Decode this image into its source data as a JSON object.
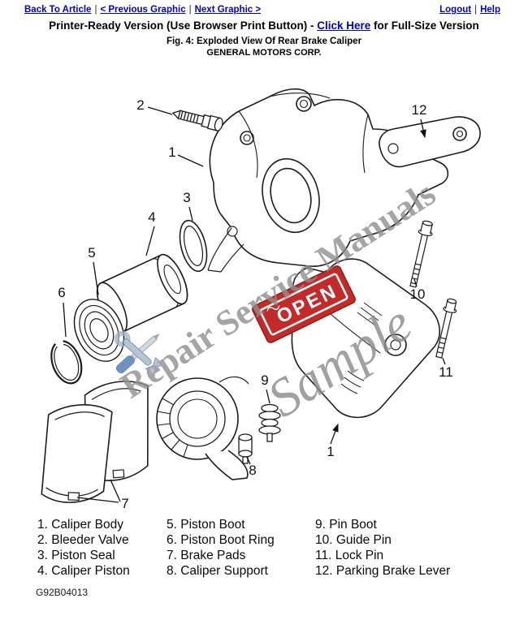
{
  "header": {
    "back_to_article": "Back To Article",
    "previous_graphic": "< Previous Graphic",
    "next_graphic": "Next Graphic >",
    "logout": "Logout",
    "help": "Help",
    "separator": "|"
  },
  "subheader": {
    "prefix": "Printer-Ready Version (Use Browser Print Button) - ",
    "link": "Click Here",
    "suffix": " for Full-Size Version"
  },
  "figure": {
    "title": "Fig. 4: Exploded View Of Rear Brake Caliper",
    "company": "GENERAL MOTORS CORP."
  },
  "diagram": {
    "watermark_text": "Repair Service Manuals",
    "sample_text": "Sample",
    "open_sign": "OPEN",
    "watermark_icon": "crossed-wrench-and-screwdriver",
    "callouts": {
      "c1_top": "1",
      "c1_bottom": "1",
      "c2": "2",
      "c3": "3",
      "c4": "4",
      "c5": "5",
      "c6": "6",
      "c7": "7",
      "c8": "8",
      "c9": "9",
      "c10": "10",
      "c11": "11",
      "c12": "12"
    }
  },
  "legend": {
    "columns": [
      {
        "items": [
          "1. Caliper Body",
          "2. Bleeder Valve",
          "3. Piston Seal",
          "4. Caliper Piston"
        ]
      },
      {
        "items": [
          "5. Piston Boot",
          "6. Piston Boot Ring",
          "7. Brake Pads",
          "8. Caliper Support"
        ]
      },
      {
        "items": [
          "9. Pin Boot",
          "10. Guide Pin",
          "11. Lock Pin",
          "12. Parking Brake Lever"
        ]
      }
    ]
  },
  "footer": {
    "figure_code": "G92B04013"
  },
  "colors": {
    "link_blue": "#0000cc",
    "open_sign_red": "#c32a2a",
    "watermark_gray": "#8f8f8f",
    "tool_blue": "#3f6fae"
  }
}
